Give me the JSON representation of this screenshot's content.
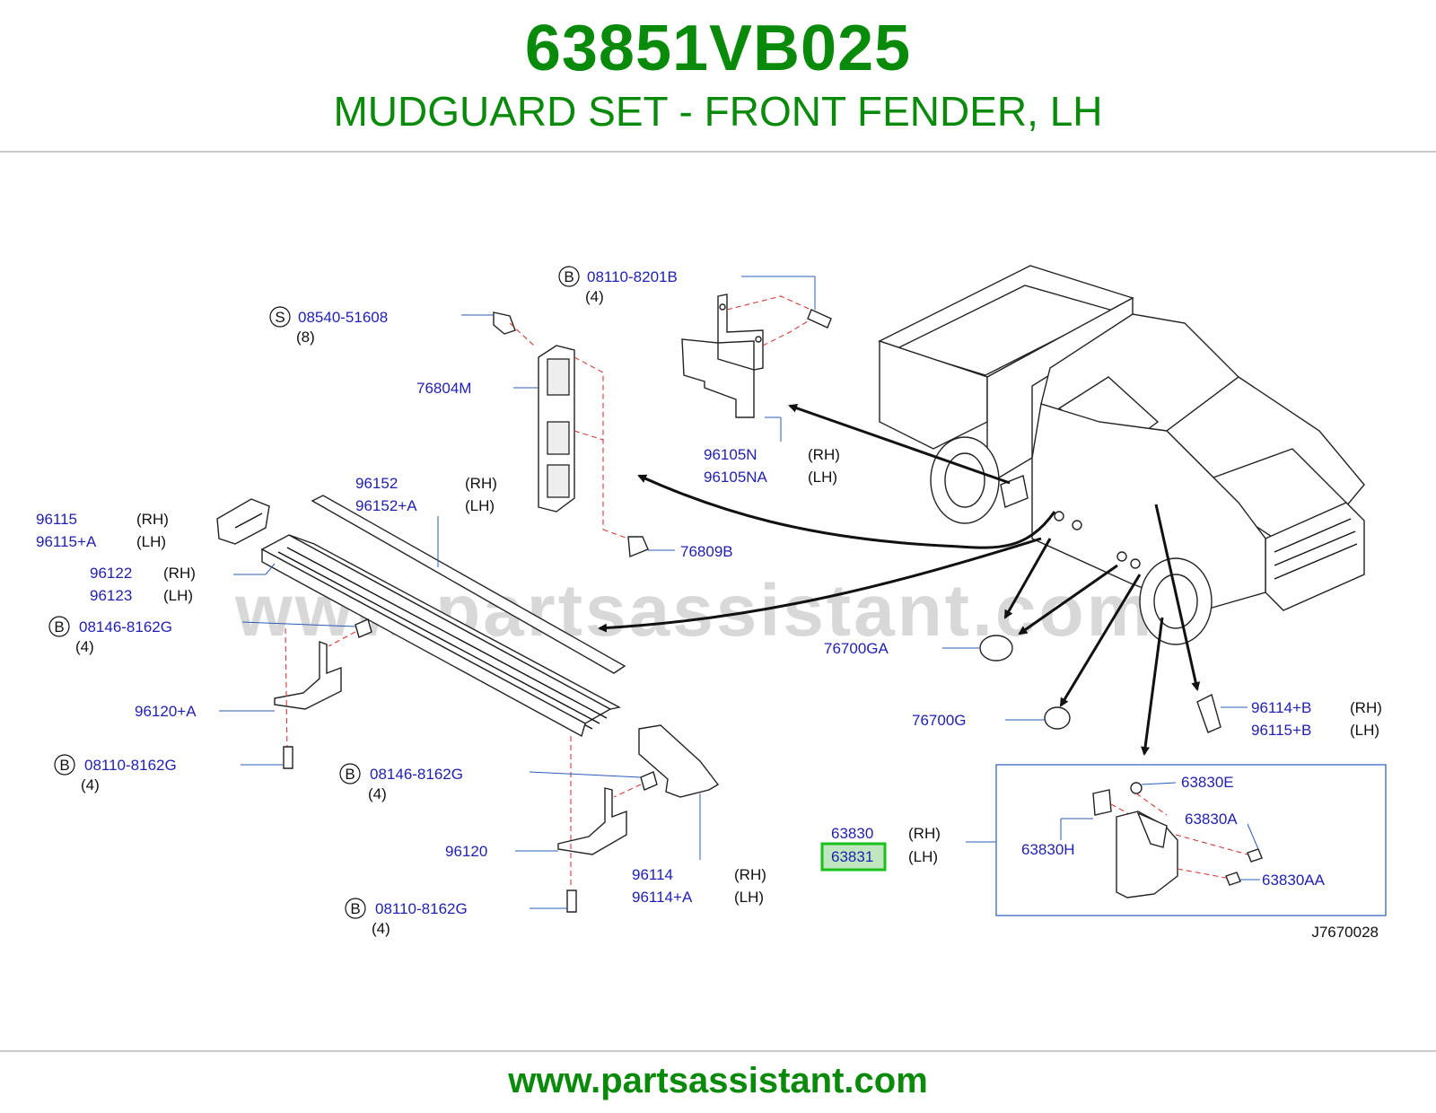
{
  "header": {
    "part_number": "63851VB025",
    "description": "MUDGUARD SET - FRONT FENDER, LH"
  },
  "watermark": "www.partsassistant.com",
  "footer": {
    "url": "www.partsassistant.com"
  },
  "diagram": {
    "drawing_code": "J7670028",
    "highlight_color": "#18c018",
    "text_color": "#0a8a0a",
    "callout_color": "#1f1fb4",
    "callouts": {
      "c_08110_8201B": {
        "marker": "B",
        "number": "08110-8201B",
        "qty": "(4)"
      },
      "c_08540_51608": {
        "marker": "S",
        "number": "08540-51608",
        "qty": "(8)"
      },
      "c_76804M": {
        "number": "76804M"
      },
      "c_96105N": {
        "number": "96105N",
        "side": "(RH)"
      },
      "c_96105NA": {
        "number": "96105NA",
        "side": "(LH)"
      },
      "c_96152": {
        "number": "96152",
        "side": "(RH)"
      },
      "c_96152A": {
        "number": "96152+A",
        "side": "(LH)"
      },
      "c_96115": {
        "number": "96115",
        "side": "(RH)"
      },
      "c_96115A": {
        "number": "96115+A",
        "side": "(LH)"
      },
      "c_76809B": {
        "number": "76809B"
      },
      "c_96122": {
        "number": "96122",
        "side": "(RH)"
      },
      "c_96123": {
        "number": "96123",
        "side": "(LH)"
      },
      "c_08146_8162G_a": {
        "marker": "B",
        "number": "08146-8162G",
        "qty": "(4)"
      },
      "c_96120A": {
        "number": "96120+A"
      },
      "c_76700GA": {
        "number": "76700GA"
      },
      "c_76700G": {
        "number": "76700G"
      },
      "c_96114B": {
        "number": "96114+B",
        "side": "(RH)"
      },
      "c_96115B": {
        "number": "96115+B",
        "side": "(LH)"
      },
      "c_08110_8162G_a": {
        "marker": "B",
        "number": "08110-8162G",
        "qty": "(4)"
      },
      "c_08146_8162G_b": {
        "marker": "B",
        "number": "08146-8162G",
        "qty": "(4)"
      },
      "c_63830E": {
        "number": "63830E"
      },
      "c_63830A": {
        "number": "63830A"
      },
      "c_63830H": {
        "number": "63830H"
      },
      "c_63830": {
        "number": "63830",
        "side": "(RH)"
      },
      "c_63831": {
        "number": "63831",
        "side": "(LH)"
      },
      "c_96120": {
        "number": "96120"
      },
      "c_96114": {
        "number": "96114",
        "side": "(RH)"
      },
      "c_96114A": {
        "number": "96114+A",
        "side": "(LH)"
      },
      "c_63830AA": {
        "number": "63830AA"
      },
      "c_08110_8162G_b": {
        "marker": "B",
        "number": "08110-8162G",
        "qty": "(4)"
      }
    }
  }
}
